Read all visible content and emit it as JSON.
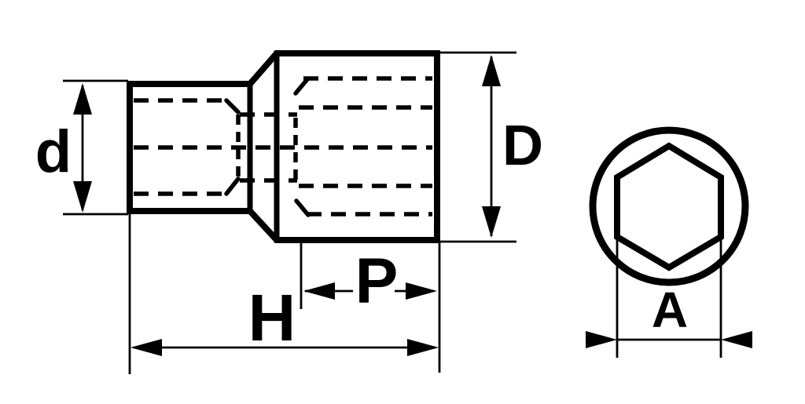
{
  "colors": {
    "background": "#ffffff",
    "line": "#000000"
  },
  "dimension_labels": {
    "d": "d",
    "D": "D",
    "P": "P",
    "H": "H",
    "A": "A"
  }
}
